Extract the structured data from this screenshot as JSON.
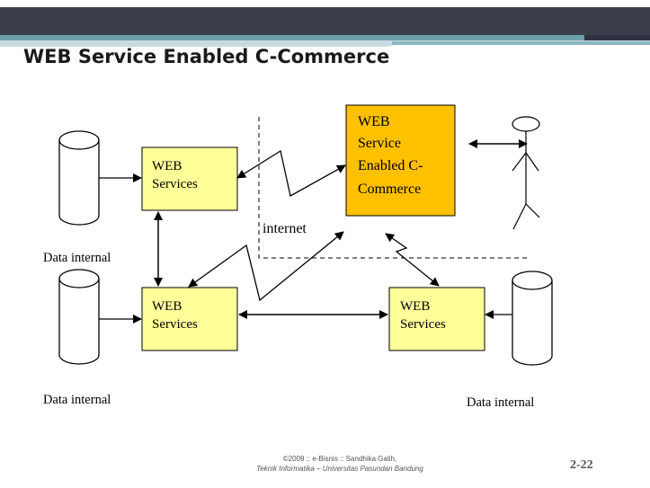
{
  "slide": {
    "title": "WEB Service Enabled C-Commerce",
    "colors": {
      "header_band": "#3b3e4b",
      "accent_teal": "#6ea0ac",
      "box_fill": "#ffff99",
      "center_fill": "#ffc000"
    }
  },
  "diagram": {
    "center_box": {
      "lines": [
        "WEB",
        "Service",
        "Enabled C-",
        "Commerce"
      ]
    },
    "web_services_box": {
      "lines": [
        "WEB",
        "Services"
      ]
    },
    "database_label": "Data internal",
    "network_label": "internet",
    "actor": "user-stick-figure-icon"
  },
  "footer": {
    "credit_line1": "©2009 ::  e-Bisnis :: Sandhika Galih,",
    "credit_line2": "Teknik Informatika – Universitas Pasundan Bandung",
    "page_number": "2-22"
  }
}
